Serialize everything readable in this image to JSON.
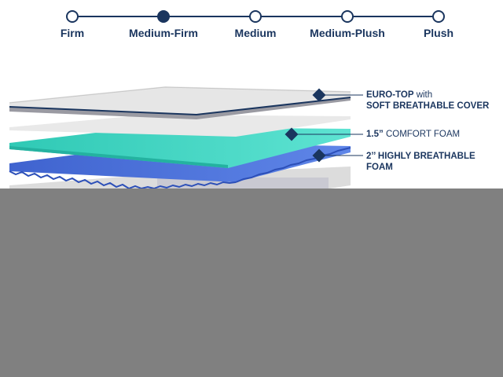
{
  "firmness_scale": {
    "levels": [
      {
        "label": "Firm",
        "selected": false
      },
      {
        "label": "Medium-Firm",
        "selected": true
      },
      {
        "label": "Medium",
        "selected": false
      },
      {
        "label": "Medium-Plush",
        "selected": false
      },
      {
        "label": "Plush",
        "selected": false
      }
    ],
    "color": "#1a355e"
  },
  "layers": {
    "euro_top": {
      "bold_1": "EURO-TOP",
      "normal": " with",
      "bold_2": "SOFT BREATHABLE COVER"
    },
    "comfort_foam": {
      "bold": "1.5”",
      "normal": " COMFORT FOAM"
    },
    "breathable_foam": {
      "line1": "2’’ HIGHLY BREATHABLE",
      "line2": "FOAM"
    }
  },
  "colors": {
    "label_color": "#1a355e",
    "cover": "#e6e6e6",
    "comfort_foam": "#3fd6c3",
    "breathable_foam": "#4a6fd6",
    "covered_area": "#808080"
  }
}
